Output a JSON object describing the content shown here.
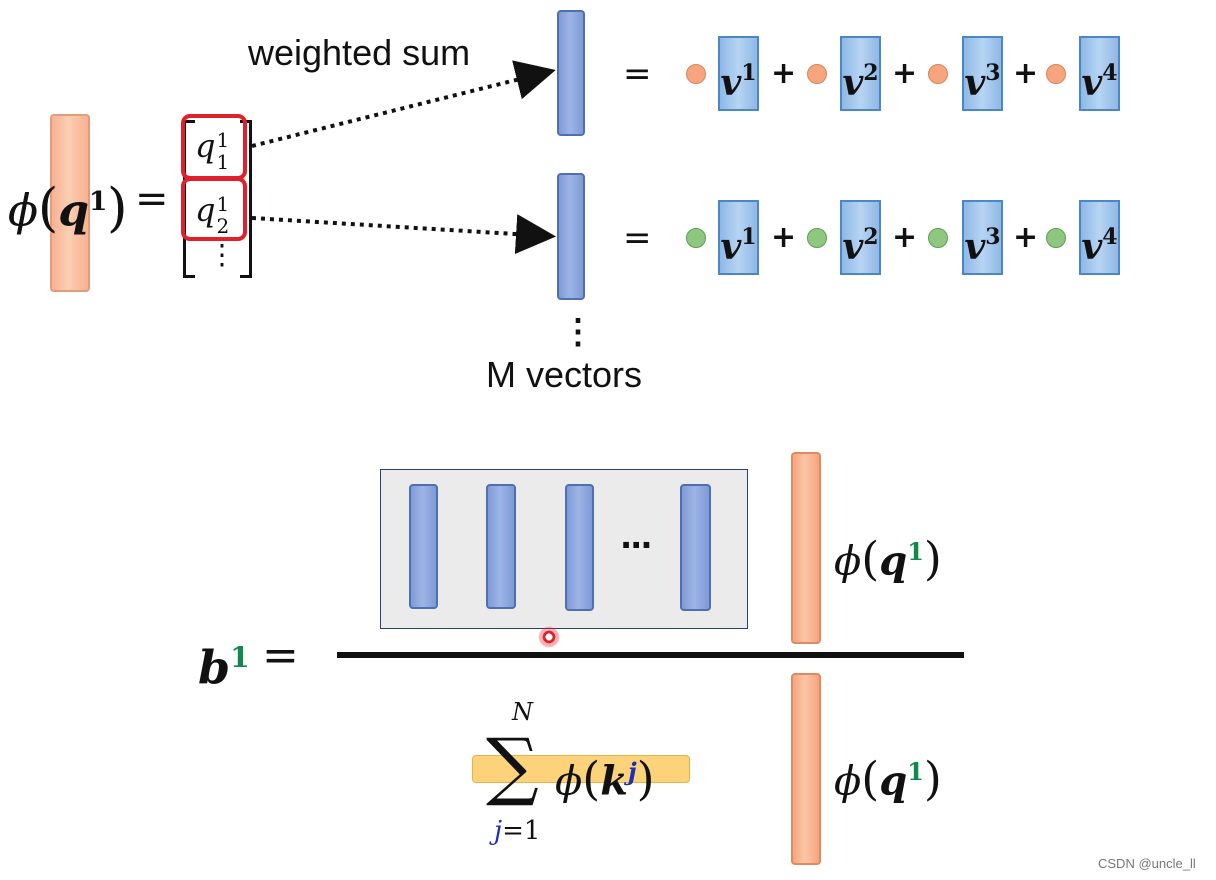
{
  "top": {
    "weighted_sum_label": "weighted sum",
    "m_vectors_label": "M vectors",
    "vertical_dots": "⋮",
    "phi_lhs": {
      "phi": "ϕ",
      "q": "q",
      "sup": "1"
    },
    "q_entries": [
      {
        "base": "q",
        "sup": "1",
        "sub": "1"
      },
      {
        "base": "q",
        "sup": "1",
        "sub": "2"
      }
    ],
    "rows": [
      {
        "eq": "=",
        "dot_color": "#f6a57e",
        "terms": [
          {
            "v": "v",
            "sup": "1"
          },
          {
            "v": "v",
            "sup": "2"
          },
          {
            "v": "v",
            "sup": "3"
          },
          {
            "v": "v",
            "sup": "4"
          }
        ],
        "plus": "+"
      },
      {
        "eq": "=",
        "dot_color": "#8ec780",
        "terms": [
          {
            "v": "v",
            "sup": "1"
          },
          {
            "v": "v",
            "sup": "2"
          },
          {
            "v": "v",
            "sup": "3"
          },
          {
            "v": "v",
            "sup": "4"
          }
        ],
        "plus": "+"
      }
    ]
  },
  "bottom": {
    "lhs": {
      "b": "b",
      "sup": "1",
      "eq": "="
    },
    "numerator_ellipsis": "···",
    "numerator_phi": {
      "phi": "ϕ",
      "q": "q",
      "sup": "1"
    },
    "denominator_sum": {
      "sigma": "∑",
      "upper": "N",
      "lower_var": "j",
      "lower_rest": "=1",
      "phi": "ϕ",
      "k": "k",
      "k_sup": "j"
    },
    "denominator_phi": {
      "phi": "ϕ",
      "q": "q",
      "sup": "1"
    }
  },
  "watermark": "CSDN @uncle_ll"
}
